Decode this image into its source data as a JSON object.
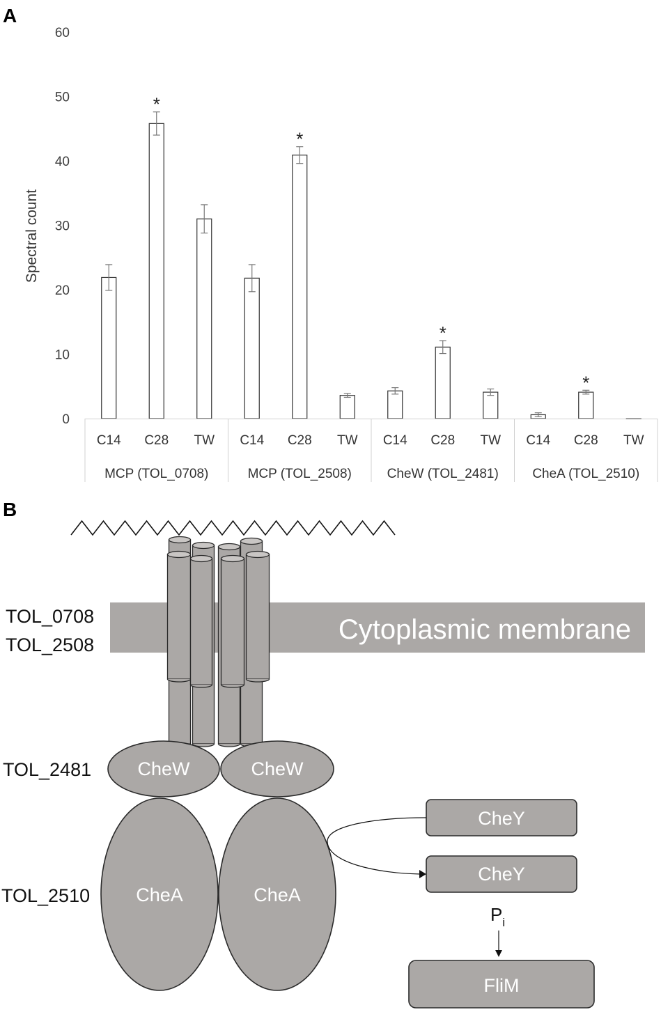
{
  "panels": {
    "a_label": "A",
    "b_label": "B"
  },
  "chart_data": {
    "type": "bar",
    "ylabel": "Spectral count",
    "xlabel": "",
    "ylim": [
      0,
      60
    ],
    "yticks": [
      "0",
      "10",
      "20",
      "30",
      "40",
      "50",
      "60"
    ],
    "groups": [
      {
        "name": "MCP (TOL_0708)",
        "categories": [
          "C14",
          "C28",
          "TW"
        ],
        "values": [
          21.9,
          45.8,
          31.0
        ],
        "errors": [
          2.0,
          1.8,
          2.2
        ],
        "significant": [
          false,
          true,
          false
        ]
      },
      {
        "name": "MCP (TOL_2508)",
        "categories": [
          "C14",
          "C28",
          "TW"
        ],
        "values": [
          21.8,
          40.9,
          3.6
        ],
        "errors": [
          2.1,
          1.3,
          0.3
        ],
        "significant": [
          false,
          true,
          false
        ]
      },
      {
        "name": "CheW (TOL_2481)",
        "categories": [
          "C14",
          "C28",
          "TW"
        ],
        "values": [
          4.3,
          11.1,
          4.1
        ],
        "errors": [
          0.5,
          1.0,
          0.5
        ],
        "significant": [
          false,
          true,
          false
        ]
      },
      {
        "name": "CheA (TOL_2510)",
        "categories": [
          "C14",
          "C28",
          "TW"
        ],
        "values": [
          0.6,
          4.1,
          0.0
        ],
        "errors": [
          0.3,
          0.3,
          0.0
        ],
        "significant": [
          false,
          true,
          false
        ]
      }
    ],
    "significance_marker": "*",
    "grid": false,
    "legend": "none"
  },
  "diagram": {
    "gene_labels": {
      "tol0708": "TOL_0708",
      "tol2508": "TOL_2508",
      "tol2481": "TOL_2481",
      "tol2510": "TOL_2510"
    },
    "membrane_label": "Cytoplasmic membrane",
    "chew_left": "CheW",
    "chew_right": "CheW",
    "chea_left": "CheA",
    "chea_right": "CheA",
    "chey_top": "CheY",
    "chey_bottom": "CheY",
    "phosphate": "P",
    "phosphate_sub": "i",
    "flim": "FliM",
    "colors": {
      "protein_fill": "#aba8a6",
      "outline": "#2b2b2b",
      "bar_fill": "#ffffff",
      "bar_edge": "#333333",
      "error_bar": "#777777"
    }
  }
}
